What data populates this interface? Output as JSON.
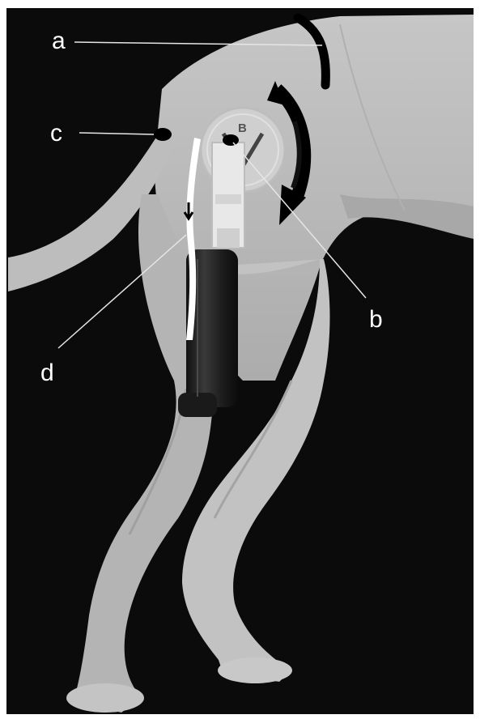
{
  "labels": {
    "a": "a",
    "b": "b",
    "c": "c",
    "d": "d"
  },
  "dial": {
    "letter": "B"
  },
  "colors": {
    "background": "#0b0b0b",
    "fur": "#bdbdbd",
    "fur_shadow": "#9a9a9a",
    "marker": "#000000",
    "label_text": "#ffffff",
    "leader_line": "#e6e6e6",
    "device_handle": "#222222",
    "device_plate": "#d0d0d0"
  },
  "icons": {
    "rotation": "curved-rotation-arrow-icon",
    "pointer": "small-down-arrow-icon"
  }
}
